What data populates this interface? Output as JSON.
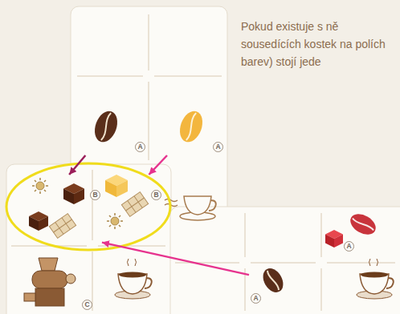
{
  "diagram": {
    "nodes": [
      {
        "text": [
          "A"
        ]
      },
      {
        "text": [
          "A"
        ]
      },
      {
        "text": [
          "B"
        ]
      },
      {
        "text": [
          "B"
        ]
      },
      {
        "text": [
          "A"
        ]
      },
      {
        "text": [
          "C"
        ]
      },
      {
        "text": [
          "A"
        ]
      }
    ],
    "edges": [
      {
        "from": 0,
        "to": 2,
        "arrow": "to"
      },
      {
        "from": 1,
        "to": 3,
        "arrow": "to"
      },
      {
        "from": 6,
        "to": 2,
        "arrow": "to"
      }
    ],
    "labels": [
      "Pokud existuje s ně sousedících kostek na polích barev) stojí jede"
    ]
  }
}
